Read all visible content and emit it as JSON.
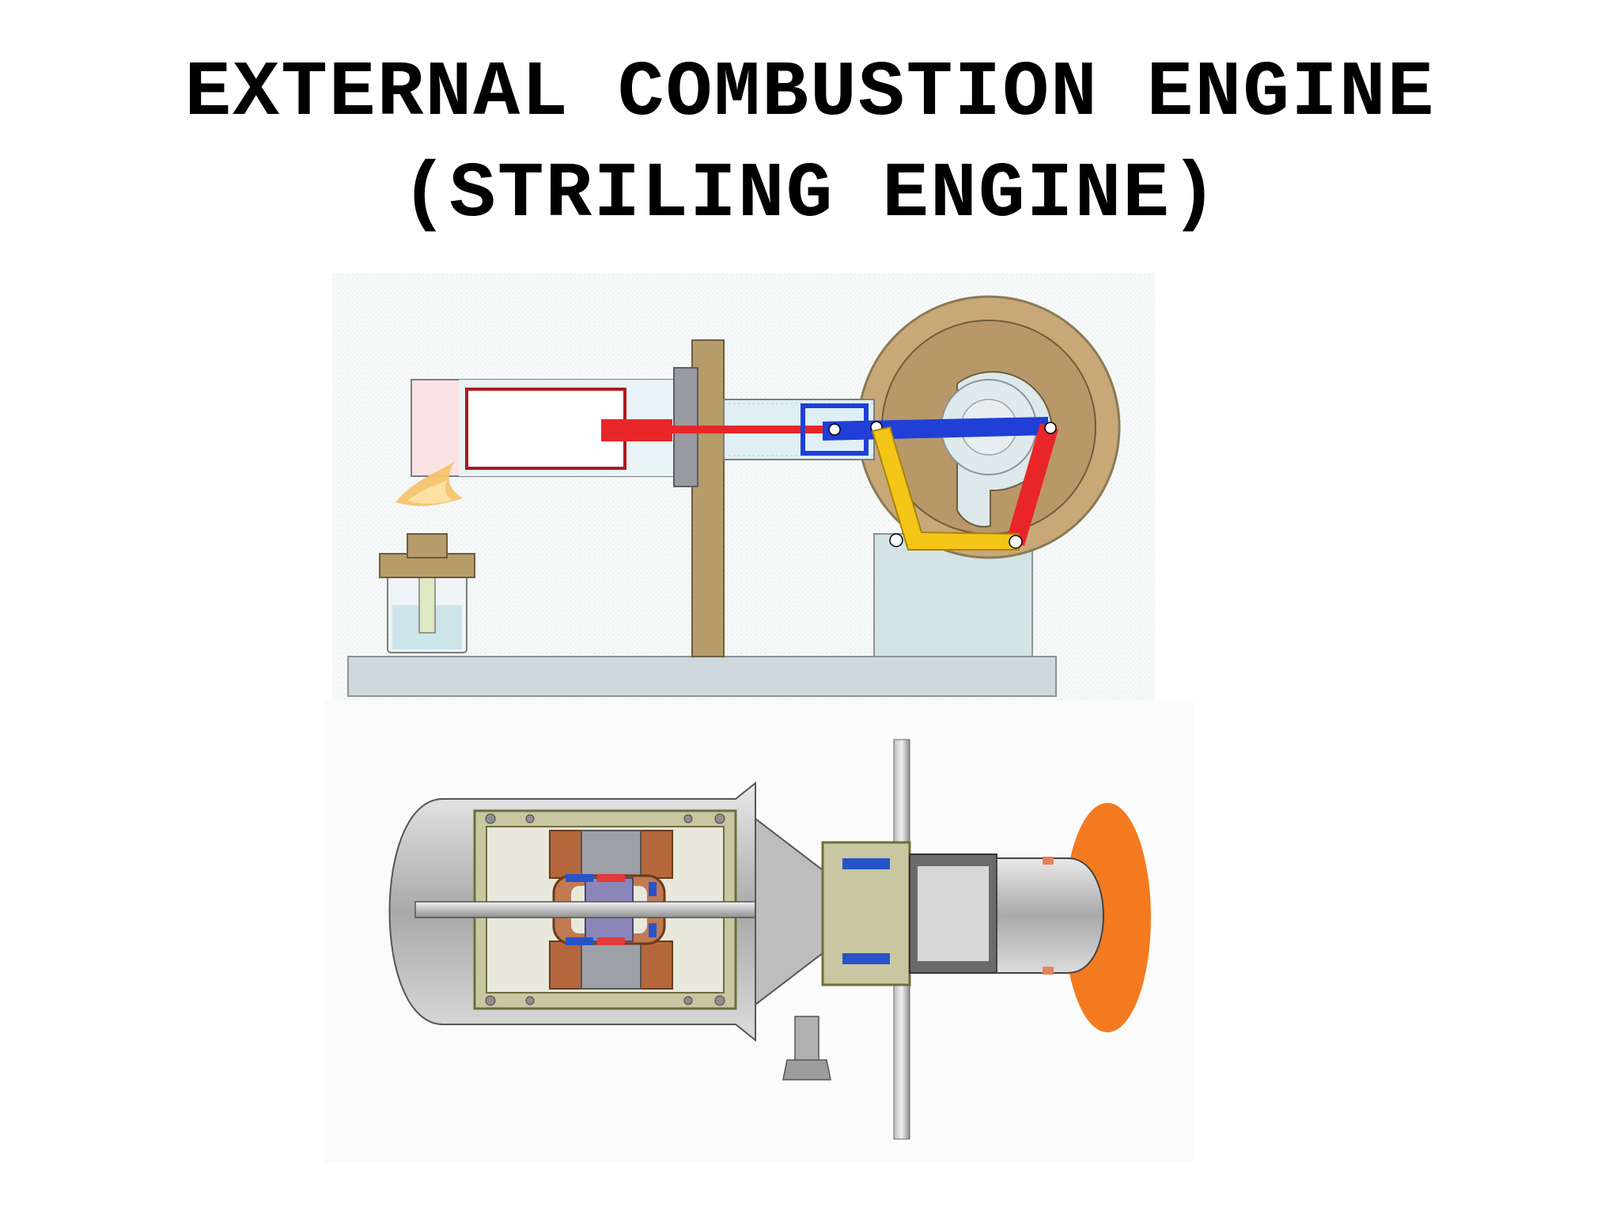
{
  "slide": {
    "title_line1": "EXTERNAL COMBUSTION ENGINE",
    "title_line2": "(STRILING ENGINE)"
  },
  "figures": [
    {
      "name": "stirling-engine-animation",
      "kind": "schematic-illustration"
    },
    {
      "name": "free-piston-stirling-cutaway",
      "kind": "cutaway-illustration"
    }
  ],
  "colors": {
    "piston_red": "#e8262a",
    "linkage_blue": "#1f3fd6",
    "linkage_yellow": "#f5c518",
    "flywheel_tan": "#c9a877",
    "base_gray": "#cfd8dc",
    "flame_orange": "#f47a1f",
    "magnet_blue": "#2753c9",
    "coil_copper": "#b5673d"
  }
}
